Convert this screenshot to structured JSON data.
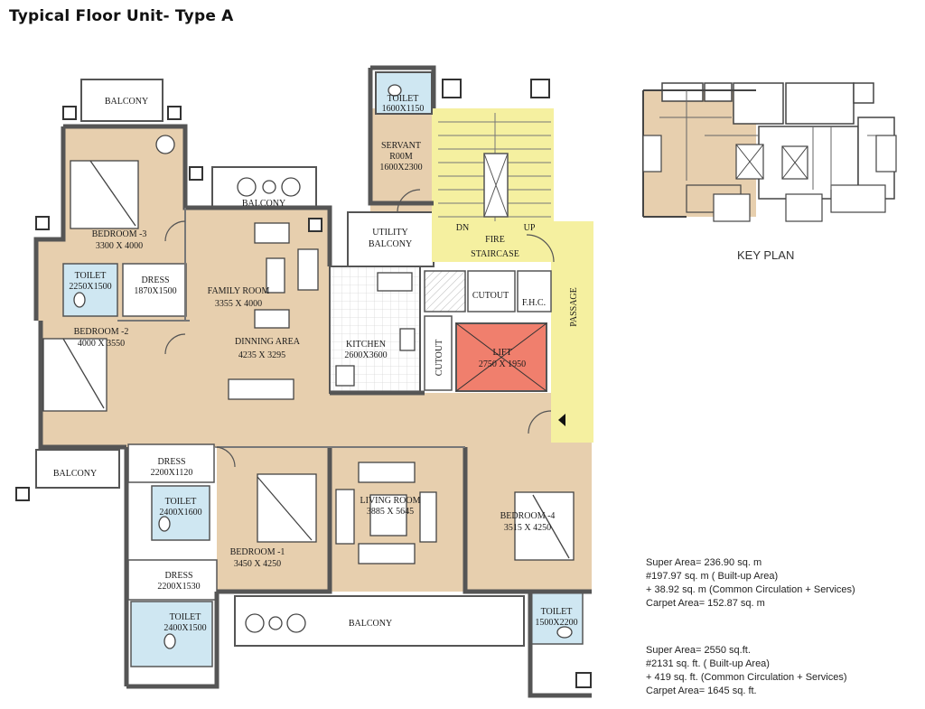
{
  "title": "Typical Floor Unit- Type A",
  "key_plan_label": "KEY PLAN",
  "rooms": {
    "balcony_top_left": "BALCONY",
    "bedroom3_name": "BEDROOM -3",
    "bedroom3_size": "3300 X 4000",
    "balcony_top_mid": "BALCONY",
    "toilet_servant_name": "TOILET",
    "toilet_servant_size": "1600X1150",
    "servant_name_1": "SERVANT",
    "servant_name_2": "R00M",
    "servant_size": "1600X2300",
    "utility_name_1": "UTILITY",
    "utility_name_2": "BALCONY",
    "fire_name_1": "FIRE",
    "fire_name_2": "STAIRCASE",
    "dn": "DN",
    "up": "UP",
    "toilet1_name": "TOILET",
    "toilet1_size": "2250X1500",
    "dress1_name": "DRESS",
    "dress1_size": "1870X1500",
    "family_name": "FAMILY ROOM",
    "family_size": "3355 X 4000",
    "kitchen_name": "KITCHEN",
    "kitchen_size": "2600X3600",
    "cutout_1": "CUTOUT",
    "cutout_2": "CUTOUT",
    "fhc": "F.H.C.",
    "passage": "PASSAGE",
    "bedroom2_name": "BEDROOM -2",
    "bedroom2_size": "4000 X 3550",
    "dinning_name": "DINNING AREA",
    "dinning_size": "4235 X 3295",
    "lift_name": "LIFT",
    "lift_size": "2750 X 1950",
    "balcony_left": "BALCONY",
    "dress2_name": "DRESS",
    "dress2_size": "2200X1120",
    "toilet2_name": "TOILET",
    "toilet2_size": "2400X1600",
    "living_name": "LIVING ROOM",
    "living_size": "3885 X 5645",
    "bedroom4_name": "BEDROOM -4",
    "bedroom4_size": "3515 X 4250",
    "bedroom1_name": "BEDROOM -1",
    "bedroom1_size": "3450 X 4250",
    "dress3_name": "DRESS",
    "dress3_size": "2200X1530",
    "toilet3_name": "TOILET",
    "toilet3_size": "2400X1500",
    "balcony_bottom": "BALCONY",
    "toilet4_name": "TOILET",
    "toilet4_size": "1500X2200"
  },
  "areas_metric": [
    "Super Area= 236.90 sq. m",
    "#197.97 sq. m ( Built-up Area)",
    "+ 38.92 sq. m (Common Circulation + Services)",
    "Carpet Area= 152.87 sq. m"
  ],
  "areas_imperial": [
    "Super Area= 2550 sq.ft.",
    "#2131 sq. ft. ( Built-up Area)",
    "+ 419 sq. ft. (Common Circulation + Services)",
    "Carpet Area= 1645 sq. ft."
  ],
  "colors": {
    "floor": "#e7cfae",
    "wall": "#555555",
    "staircase": "#f5f0a0",
    "lift": "#f07f6d",
    "toilet": "#cfe7f2",
    "balcony": "#ffffff"
  }
}
